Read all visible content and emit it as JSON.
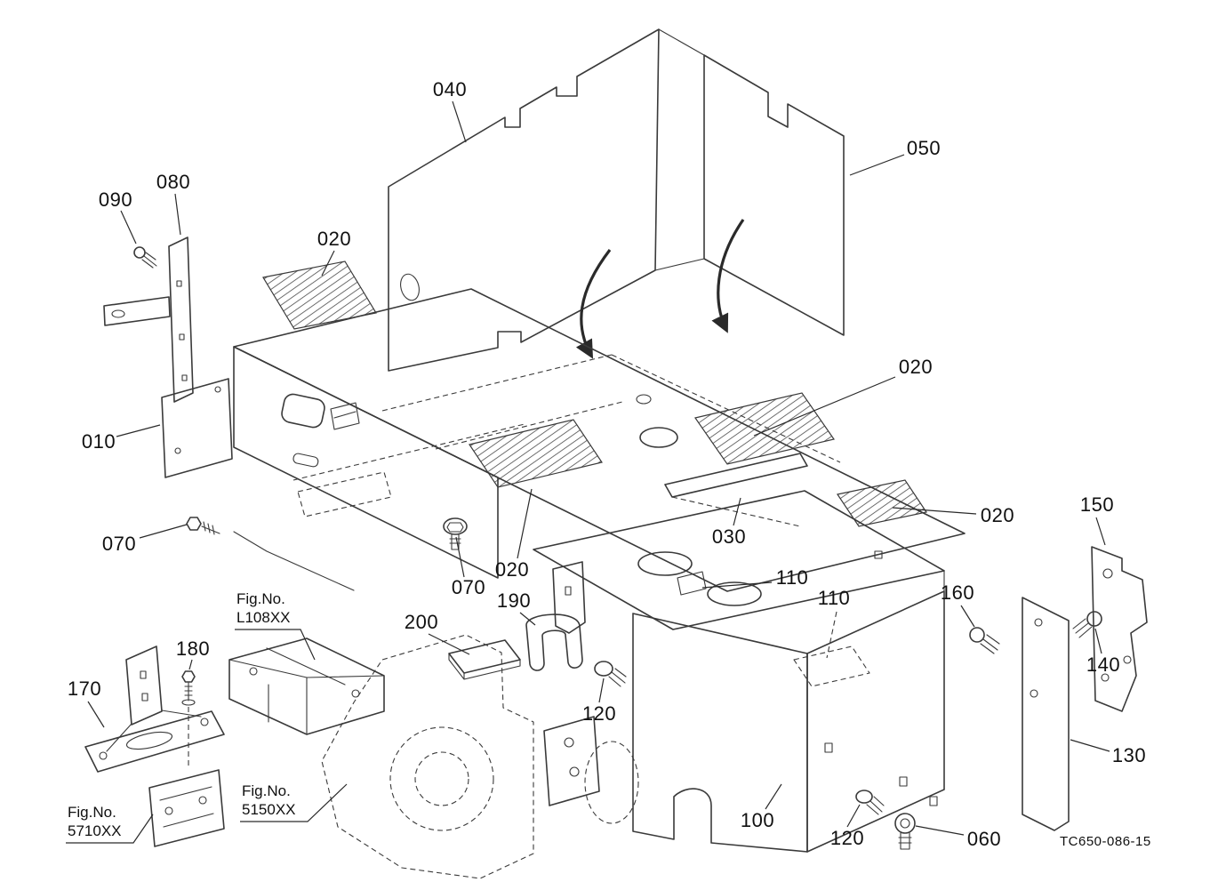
{
  "drawing_number": "TC650-086-15",
  "callouts": [
    {
      "text": "040"
    },
    {
      "text": "050"
    },
    {
      "text": "090"
    },
    {
      "text": "080"
    },
    {
      "text": "020"
    },
    {
      "text": "010"
    },
    {
      "text": "070"
    },
    {
      "text": "020"
    },
    {
      "text": "020"
    },
    {
      "text": "030"
    },
    {
      "text": "020"
    },
    {
      "text": "070"
    },
    {
      "text": "190"
    },
    {
      "text": "110"
    },
    {
      "text": "110"
    },
    {
      "text": "150"
    },
    {
      "text": "160"
    },
    {
      "text": "140"
    },
    {
      "text": "130"
    },
    {
      "text": "200"
    },
    {
      "text": "120"
    },
    {
      "text": "120"
    },
    {
      "text": "060"
    },
    {
      "text": "100"
    },
    {
      "text": "170"
    },
    {
      "text": "180"
    }
  ],
  "fig_refs": [
    {
      "line1": "Fig.No.",
      "line2": "L108XX"
    },
    {
      "line1": "Fig.No.",
      "line2": "5150XX"
    },
    {
      "line1": "Fig.No.",
      "line2": "5710XX"
    }
  ],
  "colors": {
    "line": "#3a3a3a",
    "label": "#101010",
    "background": "#ffffff"
  }
}
